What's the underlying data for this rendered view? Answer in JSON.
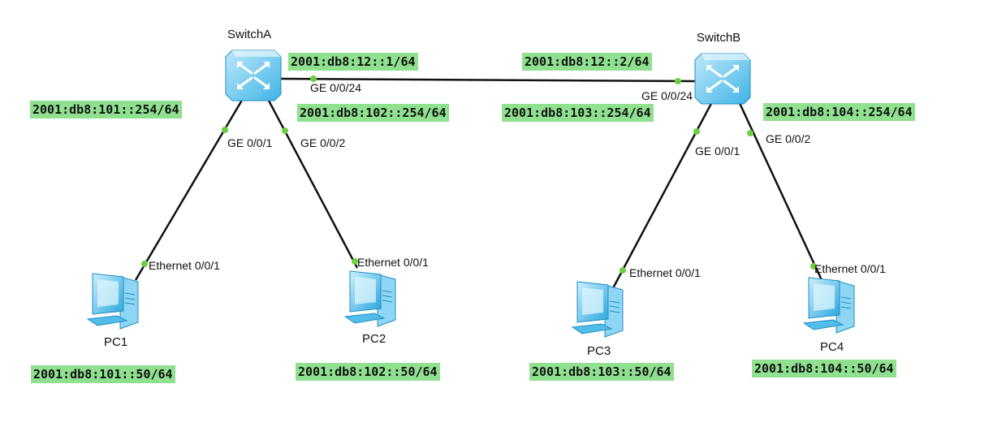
{
  "devices": {
    "switch_a": "SwitchA",
    "switch_b": "SwitchB",
    "pc1": "PC1",
    "pc2": "PC2",
    "pc3": "PC3",
    "pc4": "PC4"
  },
  "ports": {
    "sa_ge24": "GE 0/0/24",
    "sa_ge1": "GE 0/0/1",
    "sa_ge2": "GE 0/0/2",
    "sb_ge24": "GE 0/0/24",
    "sb_ge1": "GE 0/0/1",
    "sb_ge2": "GE 0/0/2",
    "pc1_eth": "Ethernet 0/0/1",
    "pc2_eth": "Ethernet 0/0/1",
    "pc3_eth": "Ethernet 0/0/1",
    "pc4_eth": "Ethernet 0/0/1"
  },
  "addresses": {
    "sa_link": "2001:db8:12::1/64",
    "sb_link": "2001:db8:12::2/64",
    "sa_vlan101": "2001:db8:101::254/64",
    "sa_vlan102": "2001:db8:102::254/64",
    "sb_vlan103": "2001:db8:103::254/64",
    "sb_vlan104": "2001:db8:104::254/64",
    "pc1": "2001:db8:101::50/64",
    "pc2": "2001:db8:102::50/64",
    "pc3": "2001:db8:103::50/64",
    "pc4": "2001:db8:104::50/64"
  },
  "colors": {
    "link": "#111111",
    "port_dot": "#6ccf3f",
    "address_bg": "#8fe08f",
    "device_blue": "#29a9e0"
  },
  "icons": {
    "switch": "switch-icon",
    "pc": "pc-icon"
  }
}
